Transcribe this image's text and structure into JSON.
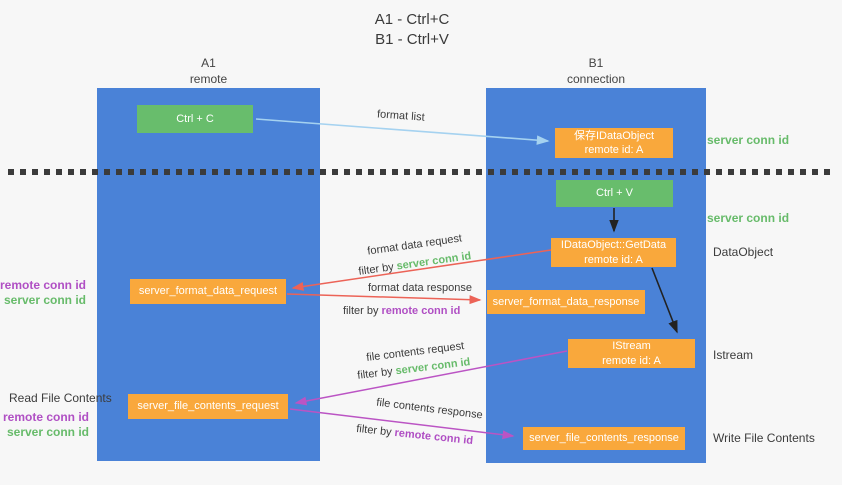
{
  "title": {
    "line1": "A1 - Ctrl+C",
    "line2": "B1 - Ctrl+V"
  },
  "lanes": {
    "a1": {
      "name": "A1",
      "role": "remote"
    },
    "b1": {
      "name": "B1",
      "role": "connection"
    }
  },
  "boxes": {
    "ctrl_c": {
      "label": "Ctrl + C"
    },
    "save_idataobject": {
      "line1": "保存IDataObject",
      "line2": "remote id: A"
    },
    "ctrl_v": {
      "label": "Ctrl + V"
    },
    "idataobject_getdata": {
      "line1": "IDataObject::GetData",
      "line2": "remote id: A"
    },
    "server_format_data_request": {
      "label": "server_format_data_request"
    },
    "server_format_data_response": {
      "label": "server_format_data_response"
    },
    "istream": {
      "line1": "IStream",
      "line2": "remote id: A"
    },
    "server_file_contents_request": {
      "label": "server_file_contents_request"
    },
    "server_file_contents_response": {
      "label": "server_file_contents_response"
    }
  },
  "side_labels": {
    "server_conn_id_top": "server conn id",
    "server_conn_id_mid": "server conn id",
    "dataobject": "DataObject",
    "istream": "Istream",
    "write_file_contents": "Write File Contents",
    "read_file_contents": "Read File Contents",
    "remote_conn_id_1": "remote conn id",
    "server_conn_id_1": "server conn id",
    "remote_conn_id_2": "remote conn id",
    "server_conn_id_2": "server conn id"
  },
  "arrow_labels": {
    "format_list": "format list",
    "format_data_request": "format data request",
    "filter_by": "filter by",
    "server_conn_id": "server conn id",
    "format_data_response": "format data response",
    "remote_conn_id": "remote conn id",
    "file_contents_request": "file contents request",
    "file_contents_response": "file contents response"
  },
  "colors": {
    "lane_blue": "#4a82d7",
    "box_green": "#68bd6c",
    "box_orange": "#f9a83c",
    "text_green": "#67bb6a",
    "text_purple": "#b04fc4",
    "arrow_red": "#ec6357",
    "arrow_magenta": "#bb54c4",
    "arrow_blue": "#a5d2f0",
    "arrow_black": "#222222",
    "divider_dark": "#3b3b3b"
  }
}
